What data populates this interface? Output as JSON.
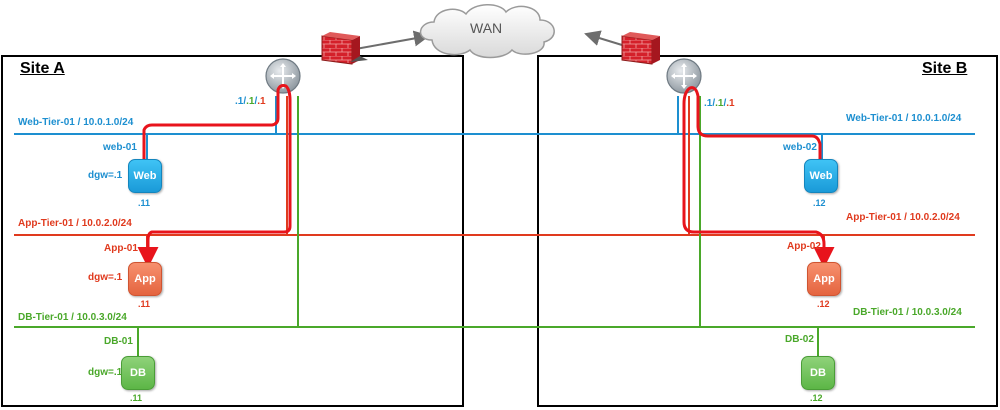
{
  "wan": {
    "label": "WAN"
  },
  "site_a": {
    "title": "Site A",
    "router_ip": {
      "p1": ".1",
      "p2": "/",
      "p3": ".1",
      "p4": "/",
      "p5": ".1"
    },
    "web_segment": "Web-Tier-01 / 10.0.1.0/24",
    "app_segment": "App-Tier-01 / 10.0.2.0/24",
    "db_segment": "DB-Tier-01  / 10.0.3.0/24",
    "web_vm": {
      "name": "web-01",
      "gw": "dgw=.1",
      "icon": "Web",
      "ip": ".11"
    },
    "app_vm": {
      "name": "App-01",
      "gw": "dgw=.1",
      "icon": "App",
      "ip": ".11"
    },
    "db_vm": {
      "name": "DB-01",
      "gw": "dgw=.1",
      "icon": "DB",
      "ip": ".11"
    }
  },
  "site_b": {
    "title": "Site B",
    "router_ip": {
      "p1": ".1",
      "p2": "/",
      "p3": ".1",
      "p4": "/",
      "p5": ".1"
    },
    "web_segment": "Web-Tier-01 / 10.0.1.0/24",
    "app_segment": "App-Tier-01 / 10.0.2.0/24",
    "db_segment": "DB-Tier-01  / 10.0.3.0/24",
    "web_vm": {
      "name": "web-02",
      "icon": "Web",
      "ip": ".12"
    },
    "app_vm": {
      "name": "App-02",
      "icon": "App",
      "ip": ".12"
    },
    "db_vm": {
      "name": "DB-02",
      "icon": "DB",
      "ip": ".12"
    }
  },
  "colors": {
    "web": "#1d8fd0",
    "app": "#e03a1e",
    "db": "#4aa82a",
    "path": "#e8141c"
  },
  "icons": [
    "cloud-icon",
    "firewall-icon",
    "router-icon"
  ]
}
